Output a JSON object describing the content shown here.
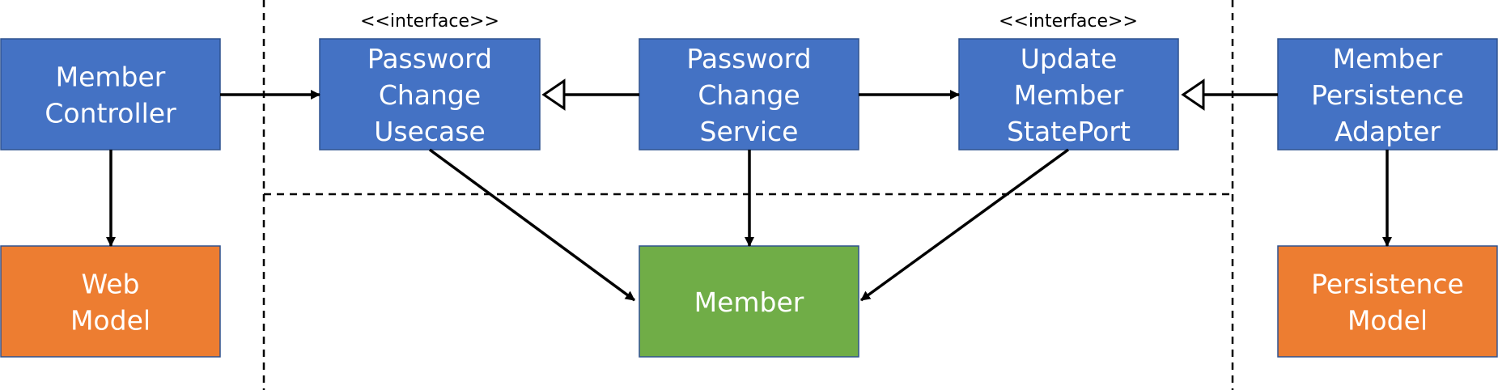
{
  "colors": {
    "component": "#4472C4",
    "model": "#ED7D31",
    "domain": "#70AD47",
    "box_border": "#2F528F",
    "line": "#000000",
    "text": "#ffffff"
  },
  "stereotypes": {
    "usecase": "<<interface>>",
    "port": "<<interface>>"
  },
  "boxes": {
    "member_controller": [
      "Member",
      "Controller"
    ],
    "web_model": [
      "Web",
      "Model"
    ],
    "password_change_usecase": [
      "Password",
      "Change",
      "Usecase"
    ],
    "password_change_service": [
      "Password",
      "Change",
      "Service"
    ],
    "update_member_state_port": [
      "Update",
      "Member",
      "StatePort"
    ],
    "member": [
      "Member"
    ],
    "member_persistence_adapter": [
      "Member",
      "Persistence",
      "Adapter"
    ],
    "persistence_model": [
      "Persistence",
      "Model"
    ]
  }
}
